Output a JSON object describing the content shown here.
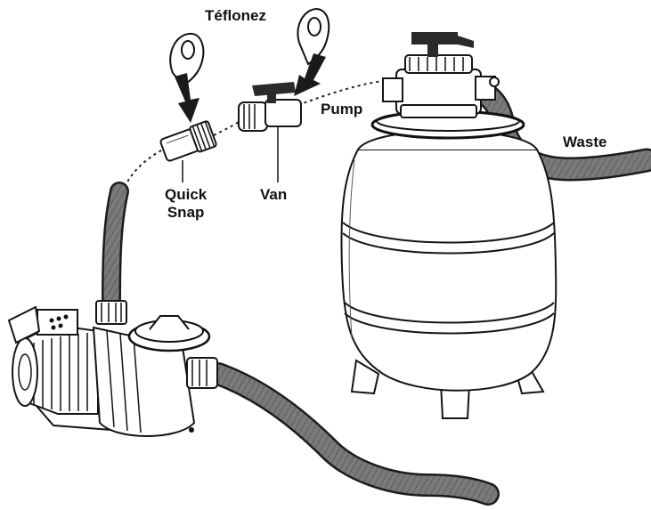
{
  "labels": {
    "teflon": "Téflonez",
    "pump": "Pump",
    "waste": "Waste",
    "quick_line1": "Quick",
    "quick_line2": "Snap",
    "valve": "Van"
  }
}
